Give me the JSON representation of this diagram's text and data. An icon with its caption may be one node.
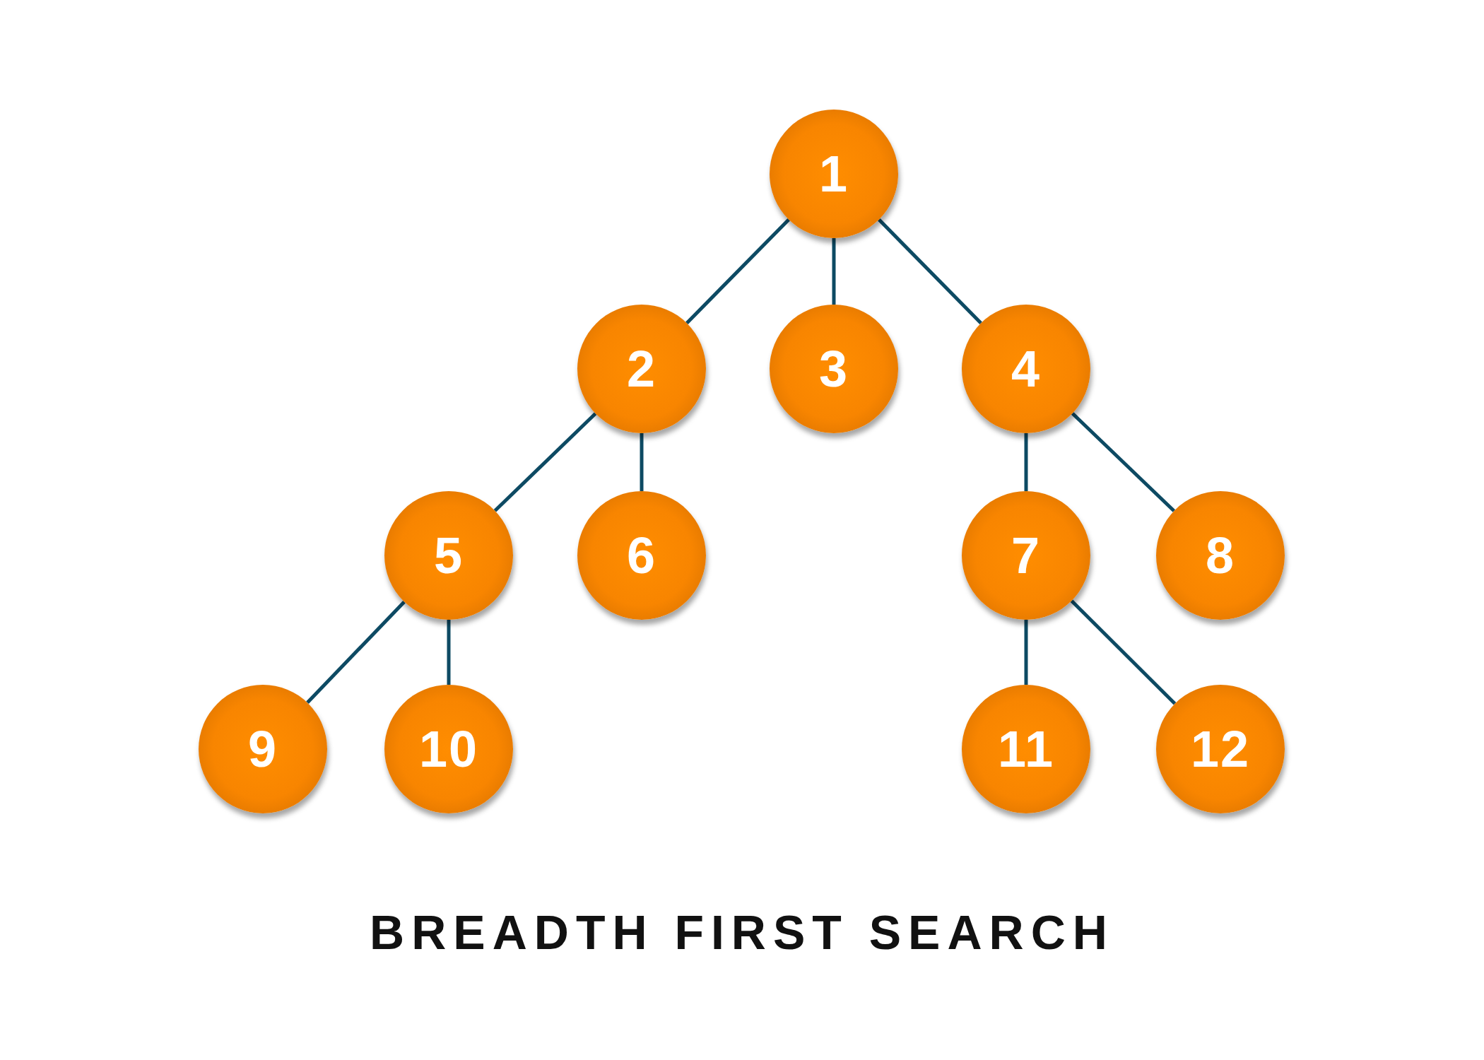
{
  "diagram": {
    "title": "BREADTH FIRST SEARCH",
    "nodes": [
      {
        "text": [
          "1"
        ]
      },
      {
        "text": [
          "2"
        ]
      },
      {
        "text": [
          "3"
        ]
      },
      {
        "text": [
          "4"
        ]
      },
      {
        "text": [
          "5"
        ]
      },
      {
        "text": [
          "6"
        ]
      },
      {
        "text": [
          "7"
        ]
      },
      {
        "text": [
          "8"
        ]
      },
      {
        "text": [
          "9"
        ]
      },
      {
        "text": [
          "10"
        ]
      },
      {
        "text": [
          "11"
        ]
      },
      {
        "text": [
          "12"
        ]
      }
    ],
    "edges": [
      {
        "from": 0,
        "to": 1,
        "arrow": "none"
      },
      {
        "from": 0,
        "to": 2,
        "arrow": "none"
      },
      {
        "from": 0,
        "to": 3,
        "arrow": "none"
      },
      {
        "from": 1,
        "to": 4,
        "arrow": "none"
      },
      {
        "from": 1,
        "to": 5,
        "arrow": "none"
      },
      {
        "from": 3,
        "to": 6,
        "arrow": "none"
      },
      {
        "from": 3,
        "to": 7,
        "arrow": "none"
      },
      {
        "from": 4,
        "to": 8,
        "arrow": "none"
      },
      {
        "from": 4,
        "to": 9,
        "arrow": "none"
      },
      {
        "from": 6,
        "to": 10,
        "arrow": "none"
      },
      {
        "from": 6,
        "to": 11,
        "arrow": "none"
      }
    ]
  }
}
